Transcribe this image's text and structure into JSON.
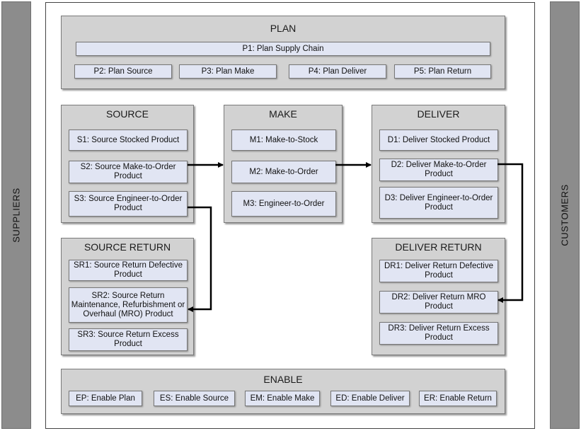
{
  "suppliers_label": "SUPPLIERS",
  "customers_label": "CUSTOMERS",
  "plan": {
    "title": "PLAN",
    "p1": "P1: Plan Supply Chain",
    "p2": "P2: Plan Source",
    "p3": "P3: Plan Make",
    "p4": "P4: Plan Deliver",
    "p5": "P5: Plan Return"
  },
  "source": {
    "title": "SOURCE",
    "s1": "S1: Source Stocked Product",
    "s2": "S2: Source Make-to-Order Product",
    "s3": "S3: Source Engineer-to-Order Product"
  },
  "make": {
    "title": "MAKE",
    "m1": "M1: Make-to-Stock",
    "m2": "M2: Make-to-Order",
    "m3": "M3: Engineer-to-Order"
  },
  "deliver": {
    "title": "DELIVER",
    "d1": "D1: Deliver Stocked Product",
    "d2": "D2: Deliver Make-to-Order Product",
    "d3": "D3: Deliver Engineer-to-Order Product"
  },
  "source_return": {
    "title": "SOURCE RETURN",
    "sr1": "SR1: Source Return Defective Product",
    "sr2": "SR2: Source Return Maintenance, Refurbishment or Overhaul (MRO) Product",
    "sr3": "SR3: Source Return Excess Product"
  },
  "deliver_return": {
    "title": "DELIVER RETURN",
    "dr1": "DR1: Deliver Return Defective Product",
    "dr2": "DR2: Deliver Return MRO Product",
    "dr3": "DR3: Deliver Return Excess Product"
  },
  "enable": {
    "title": "ENABLE",
    "ep": "EP: Enable Plan",
    "es": "ES: Enable Source",
    "em": "EM: Enable Make",
    "ed": "ED: Enable Deliver",
    "er": "ER: Enable Return"
  }
}
